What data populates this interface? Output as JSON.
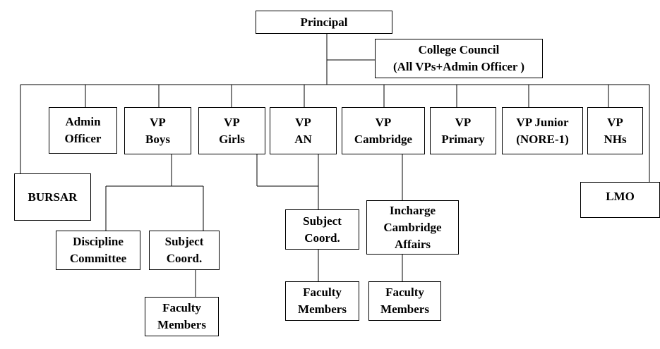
{
  "nodes": {
    "principal": {
      "lines": [
        "Principal"
      ]
    },
    "college_council": {
      "lines": [
        "College Council",
        "(All VPs+Admin Officer )"
      ]
    },
    "admin_officer": {
      "lines": [
        "Admin",
        "Officer"
      ]
    },
    "vp_boys": {
      "lines": [
        "VP",
        "Boys"
      ]
    },
    "vp_girls": {
      "lines": [
        "VP",
        "Girls"
      ]
    },
    "vp_an": {
      "lines": [
        "VP",
        "AN"
      ]
    },
    "vp_cambridge": {
      "lines": [
        "VP",
        "Cambridge"
      ]
    },
    "vp_primary": {
      "lines": [
        "VP",
        "Primary"
      ]
    },
    "vp_junior": {
      "lines": [
        "VP Junior",
        "(NORE-1)"
      ]
    },
    "vp_nhs": {
      "lines": [
        "VP",
        "NHs"
      ]
    },
    "bursar": {
      "lines": [
        "BURSAR"
      ]
    },
    "lmo": {
      "lines": [
        "LMO"
      ]
    },
    "discipline_committee": {
      "lines": [
        "Discipline",
        "Committee"
      ]
    },
    "subject_coord_boys": {
      "lines": [
        "Subject",
        "Coord."
      ]
    },
    "faculty_boys": {
      "lines": [
        "Faculty",
        "Members"
      ]
    },
    "subject_coord_ga": {
      "lines": [
        "Subject",
        "Coord."
      ]
    },
    "faculty_ga": {
      "lines": [
        "Faculty",
        "Members"
      ]
    },
    "incharge_cambridge": {
      "lines": [
        "Incharge",
        "Cambridge",
        "Affairs"
      ]
    },
    "faculty_cambridge": {
      "lines": [
        "Faculty",
        "Members"
      ]
    }
  }
}
